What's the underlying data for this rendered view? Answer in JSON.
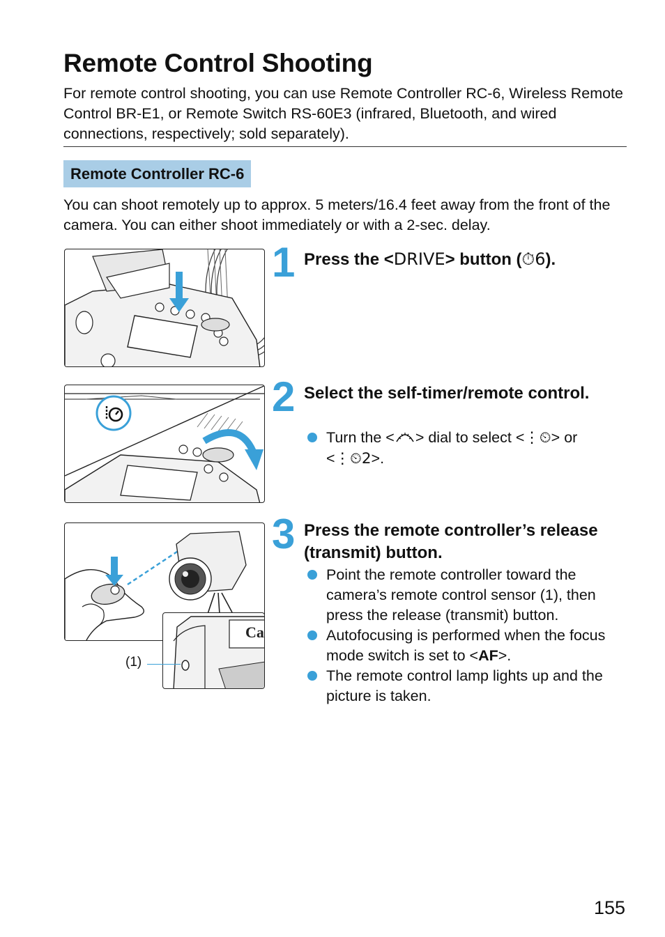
{
  "page": {
    "title": "Remote Control Shooting",
    "intro": "For remote control shooting, you can use Remote Controller RC-6, Wireless Remote Control BR-E1, or Remote Switch RS-60E3 (infrared, Bluetooth, and wired connections, respectively; sold separately).",
    "section_title": "Remote Controller RC-6",
    "section_desc": "You can shoot remotely up to approx. 5 meters/16.4 feet away from the front of the camera. You can either shoot immediately or with a 2-sec. delay.",
    "page_number": "155"
  },
  "steps": [
    {
      "number": "1",
      "head_before": "Press the <",
      "head_drive": "DRIVE",
      "head_mid": "> button (",
      "head_icon": "⏱6",
      "head_after": ")."
    },
    {
      "number": "2",
      "head": "Select the self-timer/remote control.",
      "bullet_1": "Turn the <",
      "bullet_1_dial": "dial",
      "bullet_1_mid": "> dial to select <",
      "bullet_1_icon_a": "⋮⏲",
      "bullet_1_or": "> or",
      "bullet_1_lt": "<",
      "bullet_1_icon_b": "⋮⏲2",
      "bullet_1_end": ">."
    },
    {
      "number": "3",
      "head": "Press the remote controller’s release (transmit) button.",
      "bullets": [
        "Point the remote controller toward the camera’s remote control sensor (1), then press the release (transmit) button.",
        "The remote control lamp lights up and the picture is taken."
      ],
      "bullet_af_before": "Autofocusing is performed when the focus mode switch is set to <",
      "bullet_af_bold": "AF",
      "bullet_af_after": ">.",
      "callout": "(1)"
    }
  ],
  "icons": {
    "drive_button_label": "DRIVE",
    "camera_brand_partial": "Ca"
  },
  "colors": {
    "accent": "#3aa0d8",
    "section_bg": "#a9cde6"
  }
}
